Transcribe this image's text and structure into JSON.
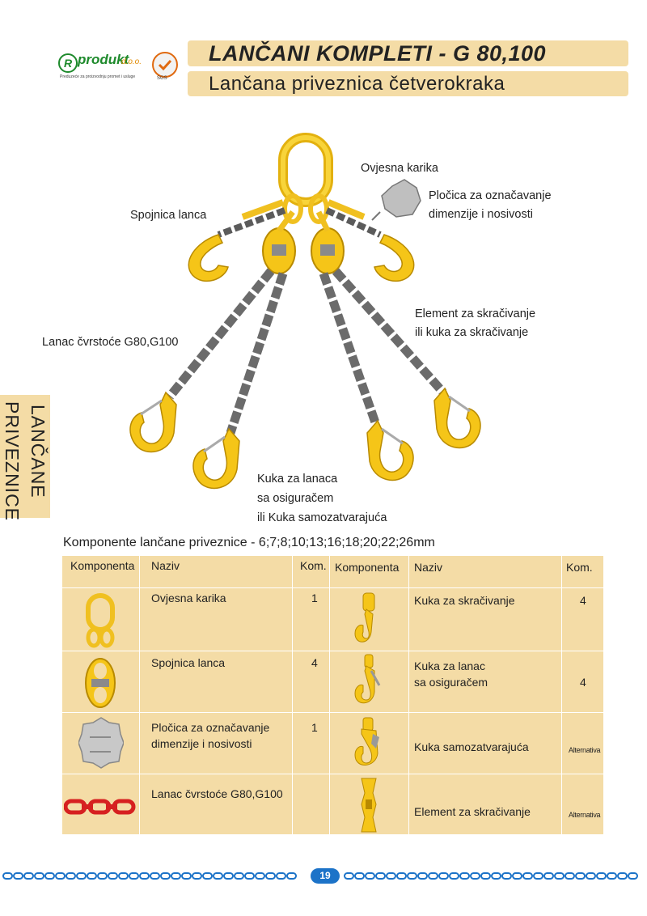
{
  "header": {
    "title": "LANČANI KOMPLETI - G 80,100",
    "subtitle": "Lančana priveznica četverokraka"
  },
  "logo": {
    "letter": "R",
    "name": "produkt",
    "suffix": "d.o.o.",
    "tagline": "Preduzeće za proizvodnju promet i usluge",
    "cert": "SGS"
  },
  "side_tab": {
    "line1": "LANČANE",
    "line2": "PRIVEZNICE"
  },
  "diagram_labels": {
    "ovjesna_karika": "Ovjesna karika",
    "plocica_line1": "Pločica za označavanje",
    "plocica_line2": "dimenzije i nosivosti",
    "spojnica": "Spojnica lanca",
    "element_line1": "Element za skračivanje",
    "element_line2": "ili kuka za skračivanje",
    "lanac": "Lanac čvrstoće G80,G100",
    "kuka_line1": "Kuka za lanaca",
    "kuka_line2": "sa osiguračem",
    "kuka_line3": "ili Kuka samozatvarajuća"
  },
  "table_title": "Komponente lančane priveznice - 6;7;8;10;13;16;18;20;22;26mm",
  "table": {
    "headers": [
      "Komponenta",
      "Naziv",
      "Kom.",
      "Komponenta",
      "Naziv",
      "Kom."
    ],
    "rows": [
      {
        "left_icon": "master-link-icon",
        "left_name": "Ovjesna karika",
        "left_qty": "1",
        "right_icon": "shortening-hook-icon",
        "right_name": "Kuka za skračivanje",
        "right_qty": "4"
      },
      {
        "left_icon": "connecting-link-icon",
        "left_name": "Spojnica lanca",
        "left_qty": "4",
        "right_icon": "safety-hook-icon",
        "right_name_line1": "Kuka za lanac",
        "right_name_line2": "sa osiguračem",
        "right_qty": "4"
      },
      {
        "left_icon": "id-tag-icon",
        "left_name_line1": "Pločica za označavanje",
        "left_name_line2": "dimenzije i nosivosti",
        "left_qty": "1",
        "right_icon": "self-locking-hook-icon",
        "right_name": "Kuka samozatvarajuća",
        "right_qty": "Alternativa"
      },
      {
        "left_icon": "chain-icon",
        "left_name": "Lanac čvrstoće G80,G100",
        "left_qty": "",
        "right_icon": "shortening-element-icon",
        "right_name": "Element za skračivanje",
        "right_qty": "Alternativa"
      }
    ]
  },
  "footer": {
    "page_number": "19"
  },
  "colors": {
    "banner": "#f4dca6",
    "yellow": "#f5c518",
    "chain_grey": "#6e6e6e",
    "chain_red": "#d62020",
    "footer_blue": "#1c73c8"
  }
}
